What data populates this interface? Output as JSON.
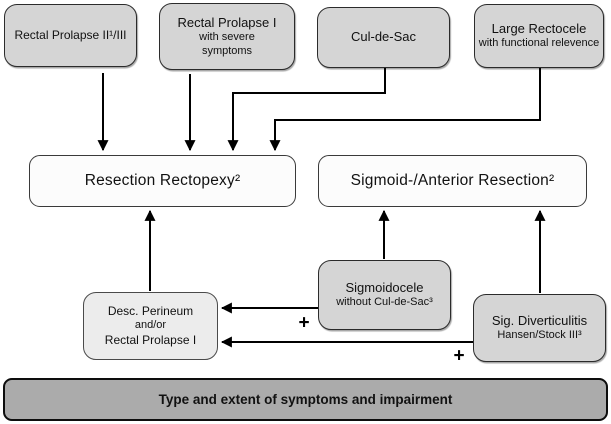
{
  "colors": {
    "box_gray": "#d5d5d5",
    "box_light": "#ececec",
    "box_white": "#fcfcfc",
    "bar_gray": "#ababab",
    "arrow": "#000000"
  },
  "nodes": {
    "rectal_prolapse_ii_iii": {
      "title": "Rectal Prolapse II¹/III"
    },
    "rectal_prolapse_i_severe": {
      "title": "Rectal Prolapse I",
      "sub1": "with severe",
      "sub2": "symptoms"
    },
    "cul_de_sac": {
      "title": "Cul-de-Sac"
    },
    "large_rectocele": {
      "title": "Large Rectocele",
      "sub": "with functional relevence"
    },
    "resection_rectopexy": {
      "title": "Resection Rectopexy²"
    },
    "sigmoid_anterior_resection": {
      "title": "Sigmoid-/Anterior Resection²"
    },
    "sigmoidocele": {
      "title": "Sigmoidocele",
      "sub": "without Cul-de-Sac³"
    },
    "desc_perineum": {
      "line1": "Desc. Perineum",
      "line2": "and/or",
      "line3": "Rectal Prolapse I"
    },
    "sig_diverticulitis": {
      "title": "Sig. Diverticulitis",
      "sub": "Hansen/Stock III³"
    },
    "footer": {
      "title": "Type and extent of symptoms and impairment"
    }
  },
  "symbols": {
    "plus_1": "+",
    "plus_2": "+"
  }
}
